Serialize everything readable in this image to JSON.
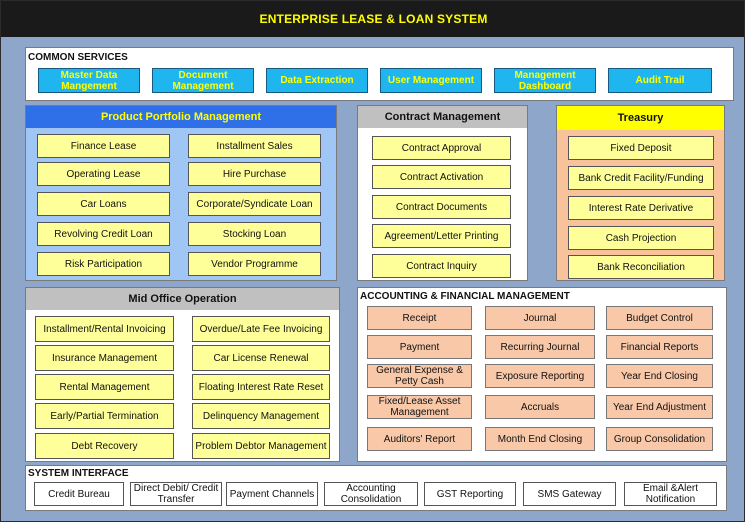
{
  "title": "ENTERPRISE LEASE & LOAN SYSTEM",
  "common_services": {
    "label": "COMMON SERVICES",
    "items": [
      "Master Data Mangement",
      "Document Management",
      "Data Extraction",
      "User Management",
      "Management Dashboard",
      "Audit Trail"
    ]
  },
  "product_portfolio": {
    "title": "Product Portfolio Management",
    "items": [
      "Finance Lease",
      "Installment Sales",
      "Operating Lease",
      "Hire Purchase",
      "Car Loans",
      "Corporate/Syndicate Loan",
      "Revolving Credit Loan",
      "Stocking Loan",
      "Risk Participation",
      "Vendor Programme"
    ]
  },
  "contract_management": {
    "title": "Contract Management",
    "items": [
      "Contract Approval",
      "Contract Activation",
      "Contract Documents",
      "Agreement/Letter Printing",
      "Contract Inquiry"
    ]
  },
  "treasury": {
    "title": "Treasury",
    "items": [
      "Fixed Deposit",
      "Bank Credit Facility/Funding",
      "Interest Rate Derivative",
      "Cash Projection",
      "Bank Reconciliation"
    ]
  },
  "mid_office": {
    "title": "Mid Office Operation",
    "items": [
      "Installment/Rental Invoicing",
      "Overdue/Late Fee Invoicing",
      "Insurance Management",
      "Car License Renewal",
      "Rental Management",
      "Floating Interest Rate Reset",
      "Early/Partial Termination",
      "Delinquency Management",
      "Debt Recovery",
      "Problem Debtor Management"
    ]
  },
  "accounting": {
    "title": "ACCOUNTING & FINANCIAL MANAGEMENT",
    "items": [
      "Receipt",
      "Journal",
      "Budget Control",
      "Payment",
      "Recurring Journal",
      "Financial Reports",
      "General Expense & Petty Cash",
      "Exposure Reporting",
      "Year End Closing",
      "Fixed/Lease Asset Management",
      "Accruals",
      "Year End Adjustment",
      "Auditors' Report",
      "Month End Closing",
      "Group Consolidation"
    ]
  },
  "system_interface": {
    "label": "SYSTEM INTERFACE",
    "items": [
      "Credit Bureau",
      "Direct Debit/ Credit Transfer",
      "Payment Channels",
      "Accounting Consolidation",
      "GST Reporting",
      "SMS Gateway",
      "Email &Alert Notification"
    ]
  },
  "colors": {
    "background": "#8ea6c9",
    "title_bar": "#1a1a1a",
    "title_text": "#ffff00",
    "service_box": "#1fb6f0",
    "portfolio_header": "#2f6fe8",
    "portfolio_panel": "#9fc6f5",
    "contract_header": "#c0c0c0",
    "treasury_header": "#ffff00",
    "treasury_panel": "#f8c29a",
    "module_box": "#ffff99",
    "accounting_box": "#f8c8a8"
  }
}
